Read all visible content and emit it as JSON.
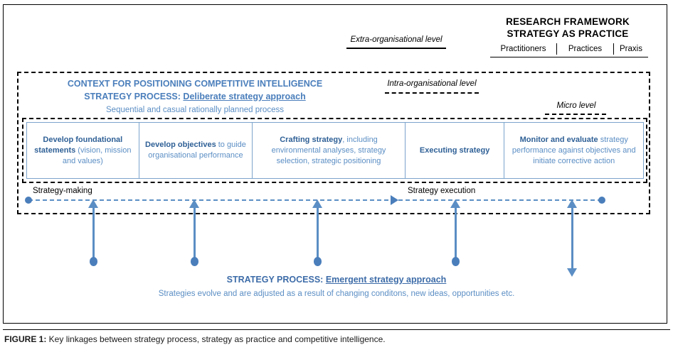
{
  "figure": {
    "caption_prefix": "FIGURE 1:",
    "caption_text": " Key linkages between strategy process, strategy as practice and competitive intelligence."
  },
  "heading": {
    "line1": "RESEARCH FRAMEWORK",
    "line2": "STRATEGY AS PRACTICE",
    "columns": [
      "Practitioners",
      "Practices",
      "Praxis"
    ]
  },
  "levels": {
    "extra": "Extra-organisational level",
    "intra": "Intra-organisational level",
    "micro": "Micro level"
  },
  "context": {
    "title_line1": "CONTEXT FOR POSITIONING COMPETITIVE INTELLIGENCE",
    "title_line2_prefix": "STRATEGY PROCESS: ",
    "title_line2_underlined": "Deliberate strategy approach ",
    "subtitle": "Sequential  and casual rationally planned process"
  },
  "process_boxes": [
    {
      "bold": "Develop foundational statements",
      "rest": " (vision, mission and values)"
    },
    {
      "bold": "Develop objectives",
      "rest": " to guide organisational performance"
    },
    {
      "bold": "Crafting strategy",
      "rest": ", including environmental analyses, strategy selection, strategic positioning"
    },
    {
      "bold": "Executing strategy",
      "rest": ""
    },
    {
      "bold": "Monitor and evaluate",
      "rest": " strategy performance against objectives and initiate corrective action"
    }
  ],
  "timeline": {
    "left_label": "Strategy-making",
    "right_label": "Strategy execution"
  },
  "emergent": {
    "title_prefix": "STRATEGY PROCESS: ",
    "title_underlined": "Emergent strategy approach ",
    "subtitle": "Strategies evolve and are adjusted as a result of changing conditons, new ideas, opportunities etc."
  },
  "colors": {
    "accent_blue": "#4a7ebb",
    "text_blue": "#5b8ec4",
    "bold_blue": "#2f6096",
    "border_blue": "#7ba3cc",
    "black": "#000000"
  }
}
